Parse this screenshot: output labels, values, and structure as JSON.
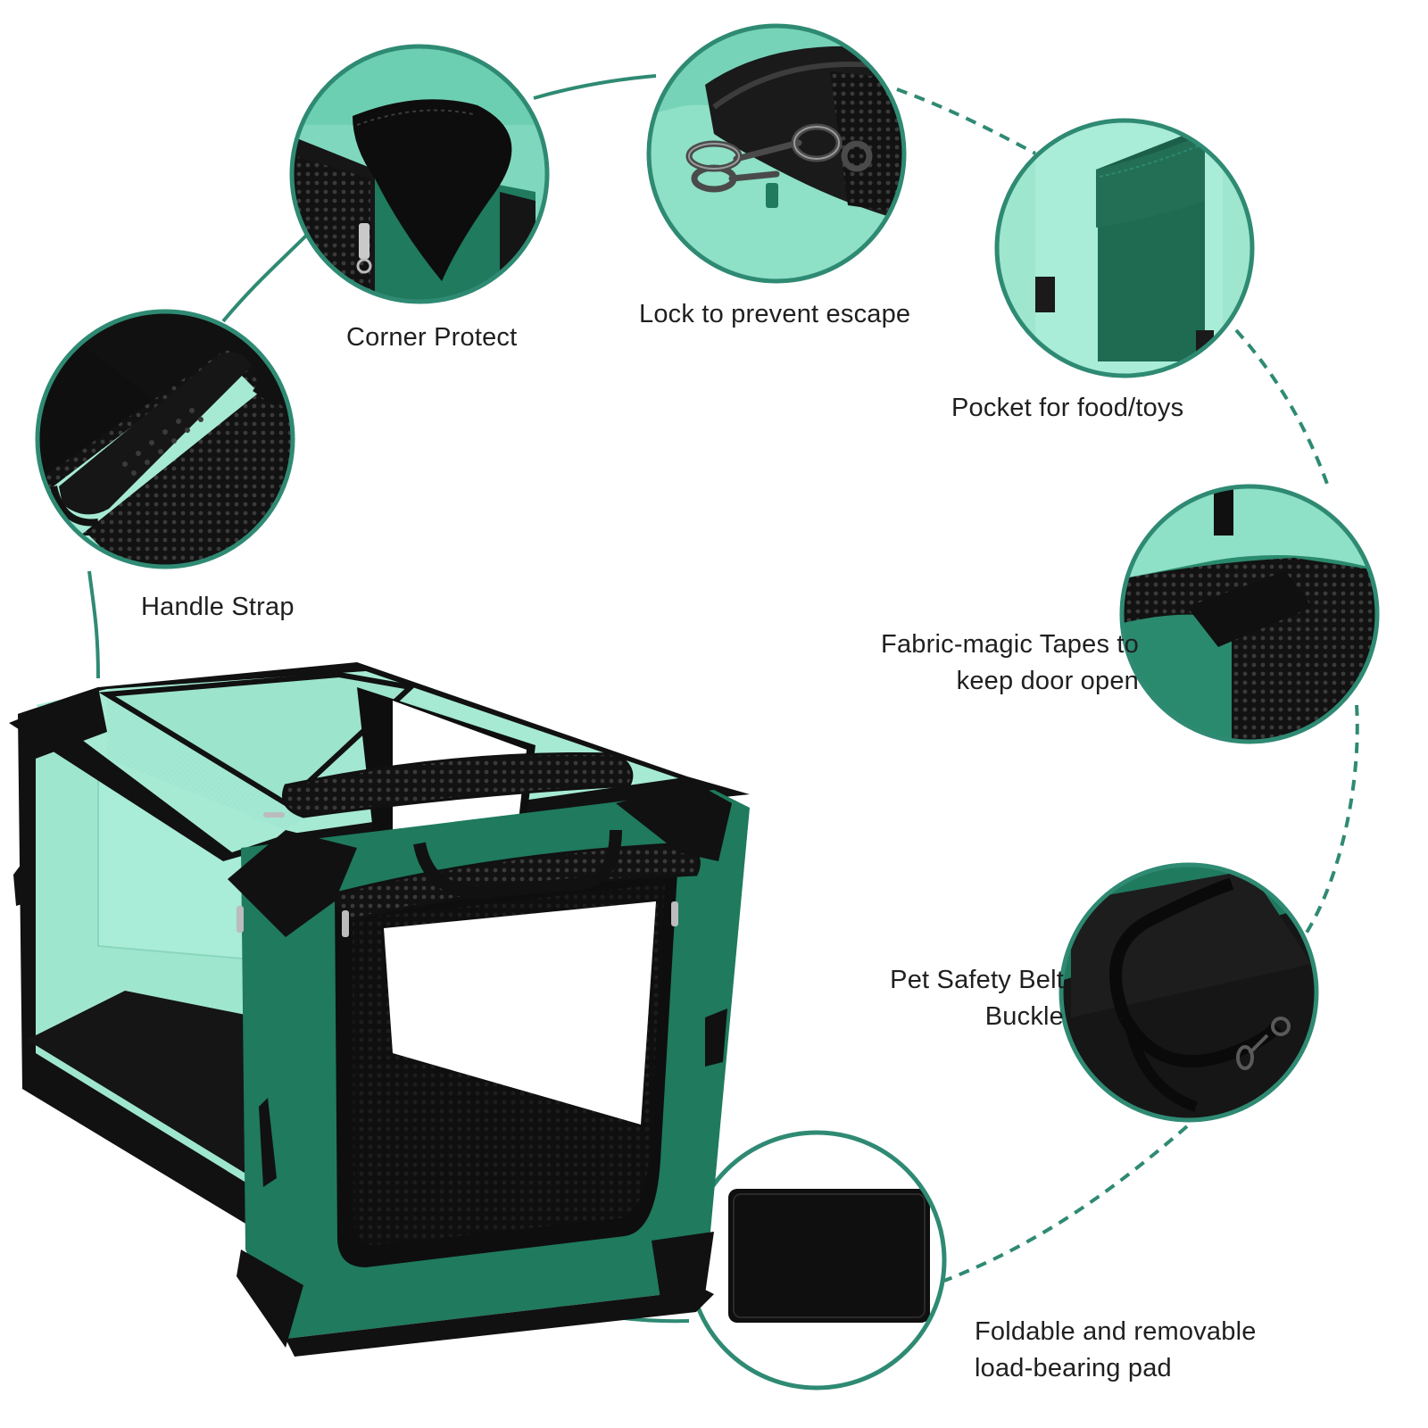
{
  "colors": {
    "mint": "#9fe6cf",
    "mint_light": "#bff1de",
    "teal_dark": "#1f7a5e",
    "teal_deep": "#15664d",
    "ring": "#2f8a73",
    "black": "#111111",
    "mesh": "#1a1a1a"
  },
  "features": [
    {
      "id": "handle-strap",
      "icon": "handle-strap-icon",
      "lines": [
        "Handle Strap"
      ]
    },
    {
      "id": "corner-protect",
      "icon": "corner-protect-icon",
      "lines": [
        "Corner Protect"
      ]
    },
    {
      "id": "lock",
      "icon": "lock-clip-icon",
      "lines": [
        "Lock to prevent escape"
      ]
    },
    {
      "id": "pocket",
      "icon": "pocket-icon",
      "lines": [
        "Pocket for food/toys"
      ]
    },
    {
      "id": "magic-tapes",
      "icon": "fabric-tape-icon",
      "lines": [
        "Fabric-magic Tapes to",
        "keep door open"
      ]
    },
    {
      "id": "safety-belt",
      "icon": "safety-belt-icon",
      "lines": [
        "Pet Safety Belt",
        "Buckle"
      ]
    },
    {
      "id": "pad",
      "icon": "pad-icon",
      "lines": [
        "Foldable and removable",
        "load-bearing pad"
      ]
    }
  ]
}
